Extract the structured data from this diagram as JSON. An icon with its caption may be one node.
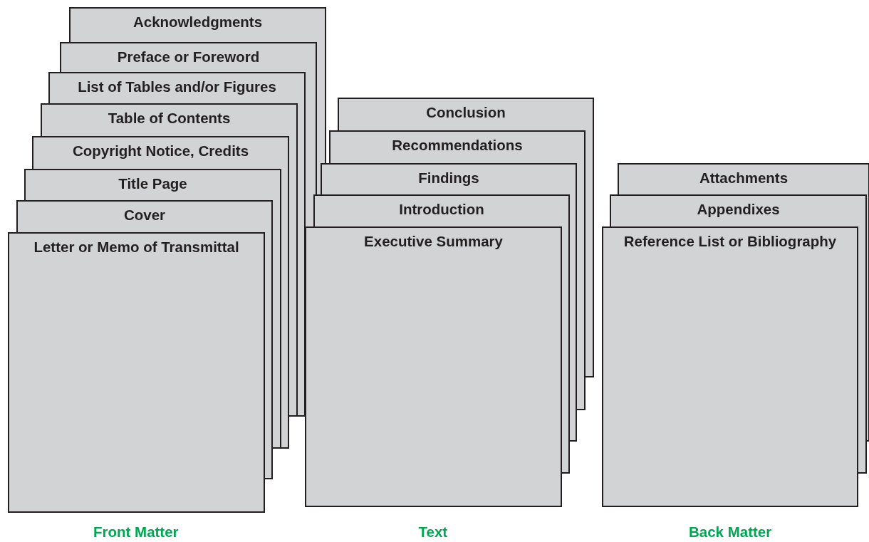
{
  "diagram": {
    "nodes": [
      {
        "text": [
          "Acknowledgments"
        ]
      },
      {
        "text": [
          "Preface or Foreword"
        ]
      },
      {
        "text": [
          "List of Tables and/or Figures"
        ]
      },
      {
        "text": [
          "Table of Contents"
        ]
      },
      {
        "text": [
          "Copyright Notice, Credits"
        ]
      },
      {
        "text": [
          "Title Page"
        ]
      },
      {
        "text": [
          "Cover"
        ]
      },
      {
        "text": [
          "Letter or Memo of Transmittal"
        ]
      },
      {
        "text": [
          "Conclusion"
        ]
      },
      {
        "text": [
          "Recommendations"
        ]
      },
      {
        "text": [
          "Findings"
        ]
      },
      {
        "text": [
          "Introduction"
        ]
      },
      {
        "text": [
          "Executive Summary"
        ]
      },
      {
        "text": [
          "Attachments"
        ]
      },
      {
        "text": [
          "Appendixes"
        ]
      },
      {
        "text": [
          "Reference List or Bibliography"
        ]
      }
    ],
    "labels": [
      "Front Matter",
      "Text",
      "Back Matter"
    ]
  }
}
